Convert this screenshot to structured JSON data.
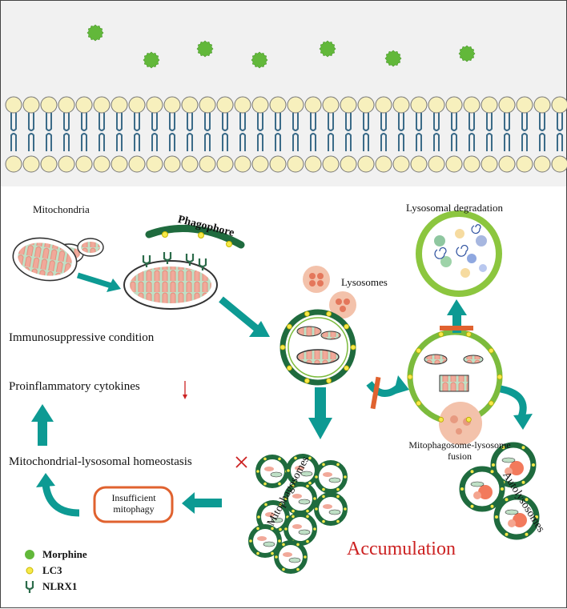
{
  "labels": {
    "mitochondria": "Mitochondria",
    "phagophore": "Phagophore",
    "lysosomes": "Lysosomes",
    "lysosomal_degradation": "Lysosomal degradation",
    "immunosuppressive": "Immunosuppressive condition",
    "proinflammatory": "Proinflammatory cytokines",
    "homeostasis": "Mitochondrial-lysosomal homeostasis",
    "insufficient": "Insufficient\nmitophagy",
    "mitophagosomes": "Mitophagosomes",
    "fusion": "Mitophagosome-lysosome\nfusion",
    "autolysosomes": "Autolysosomes",
    "accumulation": "Accumulation"
  },
  "legend": [
    {
      "label": "Morphine",
      "icon": "morphine-icon"
    },
    {
      "label": "LC3",
      "icon": "lc3-dot-icon"
    },
    {
      "label": "NLRX1",
      "icon": "nlrx1-receptor-icon"
    }
  ],
  "colors": {
    "membrane_head": "#f7f0bd",
    "lipid_tail": "#3b6b88",
    "arrow_teal": "#0d9a93",
    "dark_green": "#1f6b3e",
    "light_green": "#7cbb3d",
    "morphine": "#62b83a",
    "accent_red": "#cc2222",
    "block_orange": "#e0622f",
    "mito_pink": "#f4c4b5",
    "lysosome": "#f3b9a1"
  }
}
